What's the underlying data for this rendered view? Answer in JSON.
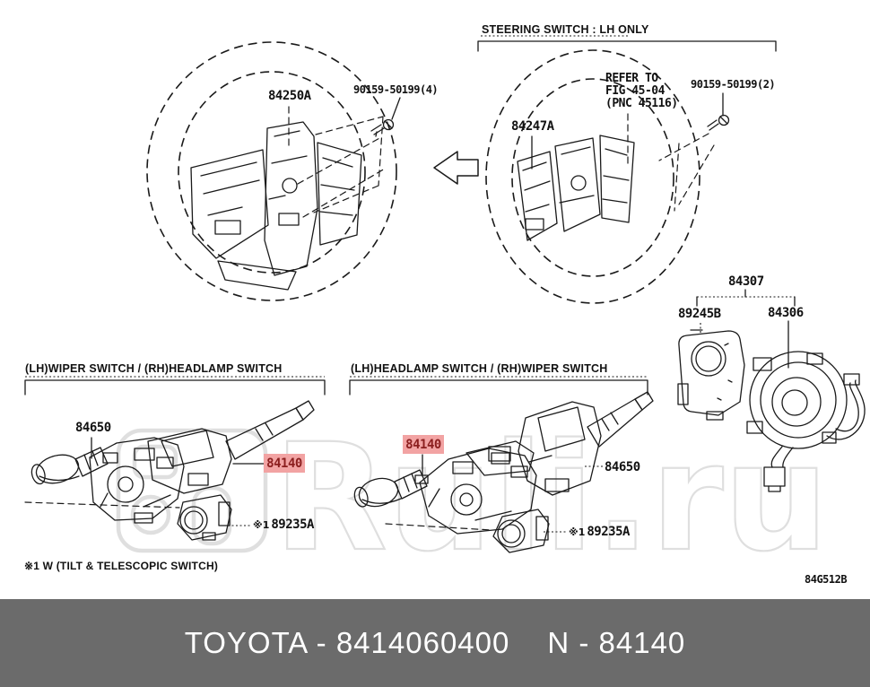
{
  "watermark": {
    "text": "Ruli.ru"
  },
  "header": {
    "steering_section_title": "STEERING SWITCH : LH ONLY"
  },
  "left_wheel": {
    "pad_switch": "84250A",
    "screw": "90159-50199(4)"
  },
  "right_wheel": {
    "switch": "84247A",
    "refer_l1": "REFER TO",
    "refer_l2": "FIG 45-04",
    "refer_l3": "(PNC 45116)",
    "screw": "90159-50199(2)"
  },
  "sensor_group": {
    "assembly": "84307",
    "angle_sensor": "89245B",
    "spiral_cable": "84306"
  },
  "left_group": {
    "title": "(LH)WIPER SWITCH  /  (RH)HEADLAMP SWITCH",
    "lever_switch": "84650",
    "highlight_switch": "84140",
    "note_ref": "※1",
    "tilt_switch": "89235A"
  },
  "right_group": {
    "title": "(LH)HEADLAMP SWITCH / (RH)WIPER SWITCH",
    "highlight_switch": "84140",
    "lever_switch": "84650",
    "note_ref": "※1",
    "tilt_switch": "89235A"
  },
  "footnote": "※1  W (TILT & TELESCOPIC SWITCH)",
  "drawing_code": "84G512B",
  "footer": {
    "left": "TOYOTA - 8414060400",
    "right": "N - 84140"
  },
  "colors": {
    "highlight_bg": "#f2a3a3",
    "highlight_text": "#8c1f1f",
    "footer_bg": "#6b6b6b",
    "line": "#1a1a1a",
    "watermark": "#dfdfdf"
  }
}
